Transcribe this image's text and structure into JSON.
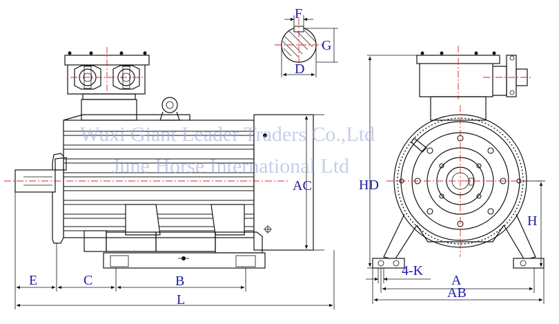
{
  "watermark": {
    "line1": "Wuxi Giant Leader Traders Co.,Ltd",
    "line2": "June Horse International Ltd"
  },
  "labels": {
    "F": "F",
    "G": "G",
    "D": "D",
    "AC": "AC",
    "HD": "HD",
    "H": "H",
    "E": "E",
    "C": "C",
    "B": "B",
    "L": "L",
    "K": "4-K",
    "A": "A",
    "AB": "AB"
  },
  "colors": {
    "label": "#1a1aa8",
    "centerline": "#d22222",
    "watermark": "#9aa6d8"
  }
}
